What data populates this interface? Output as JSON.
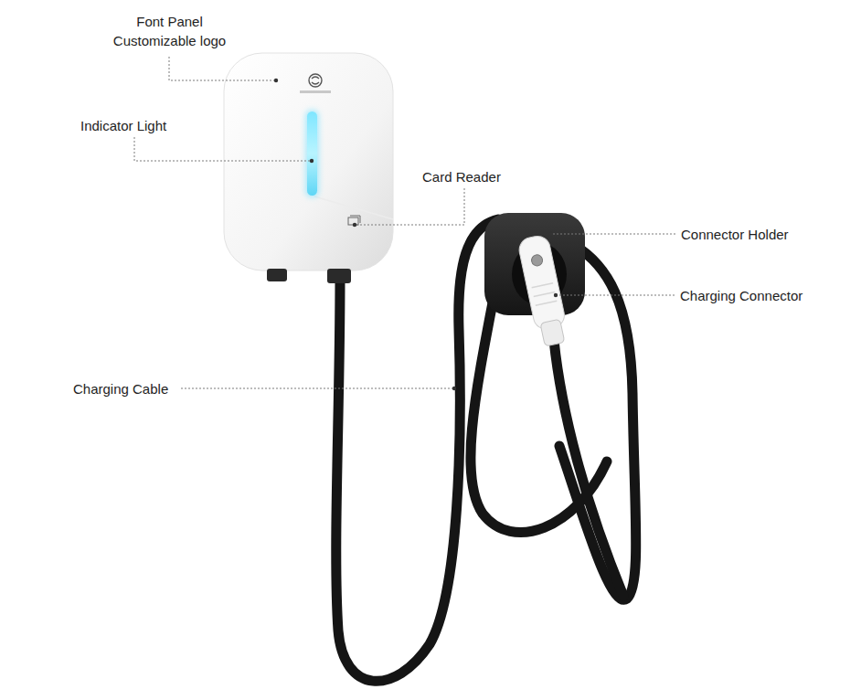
{
  "diagram": {
    "labels": [
      "Font Panel Customizable logo",
      "Indicator Light",
      "Card Reader",
      "Connector Holder",
      "Charging Connector",
      "Charging Cable"
    ]
  }
}
